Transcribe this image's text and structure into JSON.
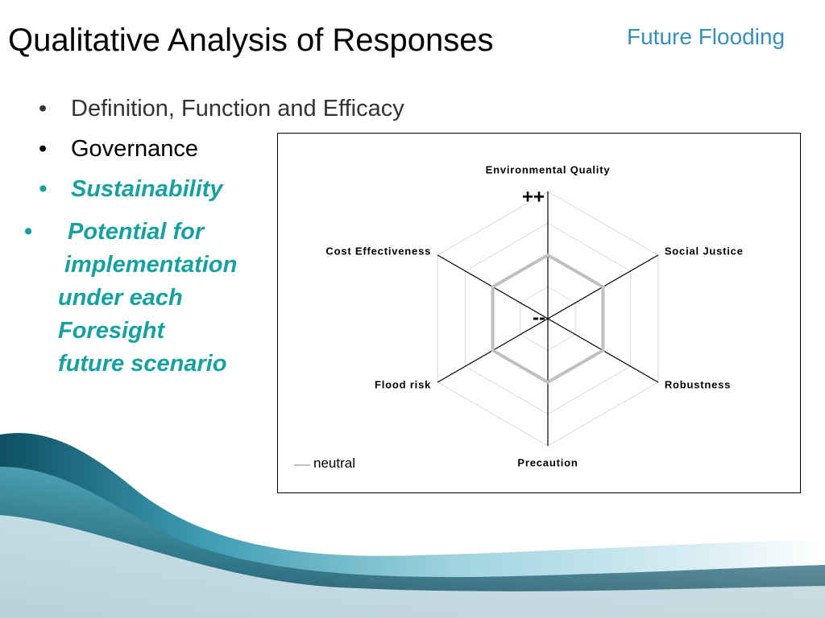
{
  "slide": {
    "title": "Qualitative Analysis of Responses",
    "brand": "Future Flooding",
    "bullets": [
      {
        "text": "Definition, Function and Efficacy"
      },
      {
        "text": "Governance"
      },
      {
        "text": "Sustainability"
      }
    ],
    "potential_lines": [
      "Potential for",
      "implementation",
      "under each",
      "Foresight",
      "future scenario"
    ],
    "bullet_char": "•"
  },
  "colors": {
    "accent": "#17a0a0",
    "brand": "#3a8fb7",
    "neutral_series": "#c0c0c0",
    "grid": "#d9d9d9",
    "axis": "#000000"
  },
  "chart_data": {
    "type": "radar",
    "axes": [
      "Environmental Quality",
      "Social Justice",
      "Robustness",
      "Precaution",
      "Flood risk",
      "Cost Effectiveness"
    ],
    "scale_labels": {
      "max": "++",
      "min": "--"
    },
    "range": [
      -2,
      2
    ],
    "gridline_levels": [
      -1,
      0,
      1,
      2
    ],
    "series": [
      {
        "name": "neutral",
        "values": [
          0,
          0,
          0,
          0,
          0,
          0
        ],
        "color": "#c0c0c0"
      }
    ],
    "legend": "bottom-left",
    "grid": true
  }
}
